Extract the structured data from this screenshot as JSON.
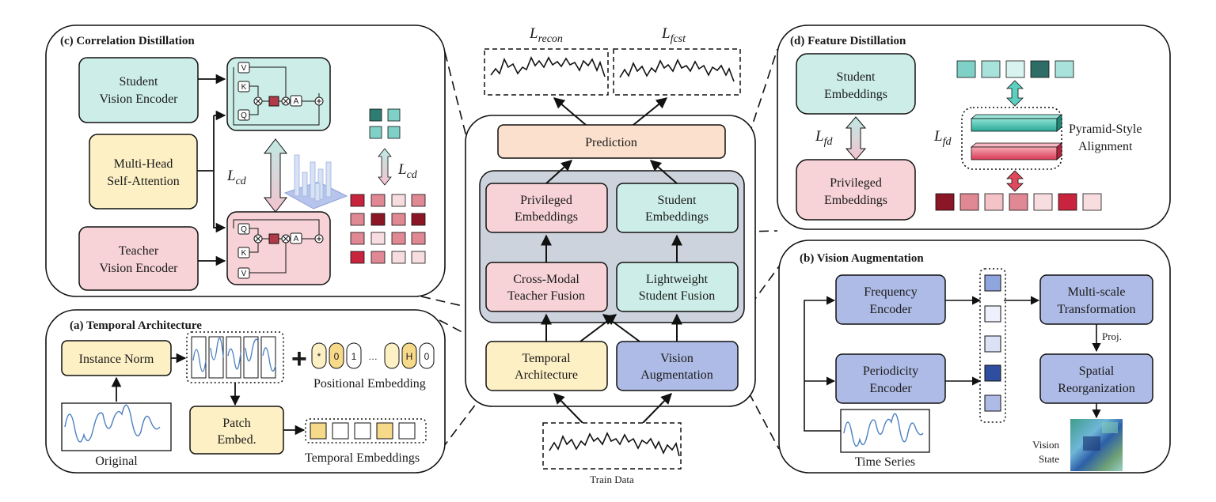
{
  "colors": {
    "student": "#cdeee8",
    "teacher": "#f7d3d7",
    "temporal": "#fdf0c4",
    "vision": "#aebbe6",
    "prediction": "#fbe1cd",
    "fusion_bg": "#cdd3dd",
    "teal_dark": "#2e7d73",
    "teal_mid": "#7fd1c7",
    "red_dark": "#8a1626",
    "red_mid": "#e08893",
    "red_light": "#f3c3c8"
  },
  "center": {
    "loss_recon_base": "L",
    "loss_recon_sub": "recon",
    "loss_fcst_base": "L",
    "loss_fcst_sub": "fcst",
    "prediction": "Prediction",
    "privileged_embeddings_1": "Privileged",
    "privileged_embeddings_2": "Embeddings",
    "student_embeddings_1": "Student",
    "student_embeddings_2": "Embeddings",
    "teacher_fusion_1": "Cross-Modal",
    "teacher_fusion_2": "Teacher Fusion",
    "student_fusion_1": "Lightweight",
    "student_fusion_2": "Student Fusion",
    "temporal_1": "Temporal",
    "temporal_2": "Architecture",
    "vision_1": "Vision",
    "vision_2": "Augmentation",
    "train_data": "Train Data"
  },
  "panel_c": {
    "title": "(c) Correlation Distillation",
    "student_encoder_1": "Student",
    "student_encoder_2": "Vision Encoder",
    "mhsa_1": "Multi-Head",
    "mhsa_2": "Self-Attention",
    "teacher_encoder_1": "Teacher",
    "teacher_encoder_2": "Vision Encoder",
    "v": "V",
    "k": "K",
    "q": "Q",
    "a": "A",
    "loss_base": "L",
    "loss_sub": "cd"
  },
  "panel_d": {
    "title": "(d) Feature Distillation",
    "student_1": "Student",
    "student_2": "Embeddings",
    "privileged_1": "Privileged",
    "privileged_2": "Embeddings",
    "loss_base": "L",
    "loss_sub": "fd",
    "pyramid_1": "Pyramid-Style",
    "pyramid_2": "Alignment"
  },
  "panel_a": {
    "title": "(a) Temporal Architecture",
    "instance_norm": "Instance Norm",
    "patch_1": "Patch",
    "patch_2": "Embed.",
    "plus": "+",
    "tokens": [
      "*",
      "0",
      "1",
      "…",
      "H",
      "0"
    ],
    "positional": "Positional Embedding",
    "original": "Original",
    "temporal_embeddings": "Temporal Embeddings"
  },
  "panel_b": {
    "title": "(b) Vision Augmentation",
    "freq_1": "Frequency",
    "freq_2": "Encoder",
    "period_1": "Periodicity",
    "period_2": "Encoder",
    "multi_1": "Multi-scale",
    "multi_2": "Transformation",
    "proj": "Proj.",
    "spatial_1": "Spatial",
    "spatial_2": "Reorganization",
    "time_series": "Time Series",
    "vision_state_1": "Vision",
    "vision_state_2": "State"
  }
}
